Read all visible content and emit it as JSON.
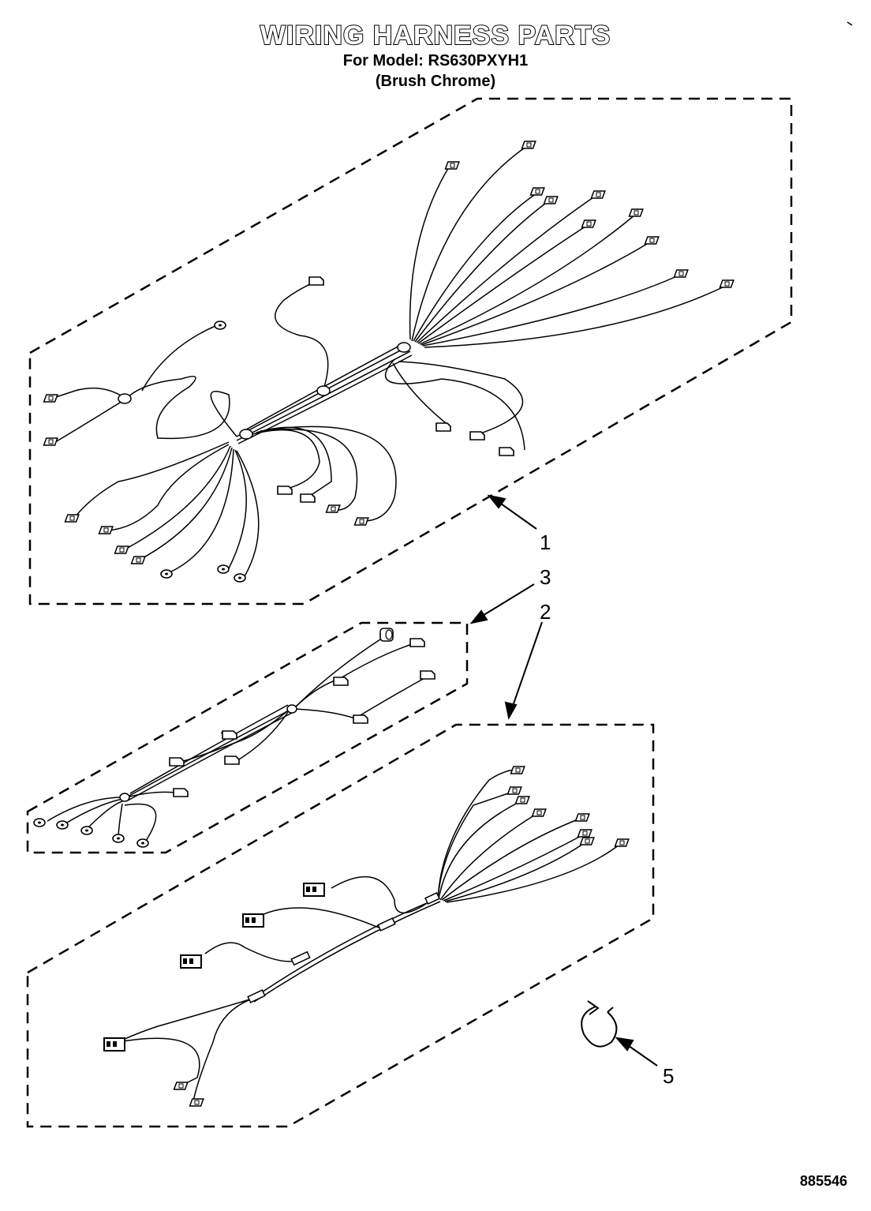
{
  "title": "WIRING HARNESS PARTS",
  "model_line": "For Model: RS630PXYH1",
  "finish_line": "(Brush Chrome)",
  "callouts": {
    "harness_1": "1",
    "harness_2": "2",
    "harness_3": "3",
    "clip_5": "5"
  },
  "document_number": "885546"
}
